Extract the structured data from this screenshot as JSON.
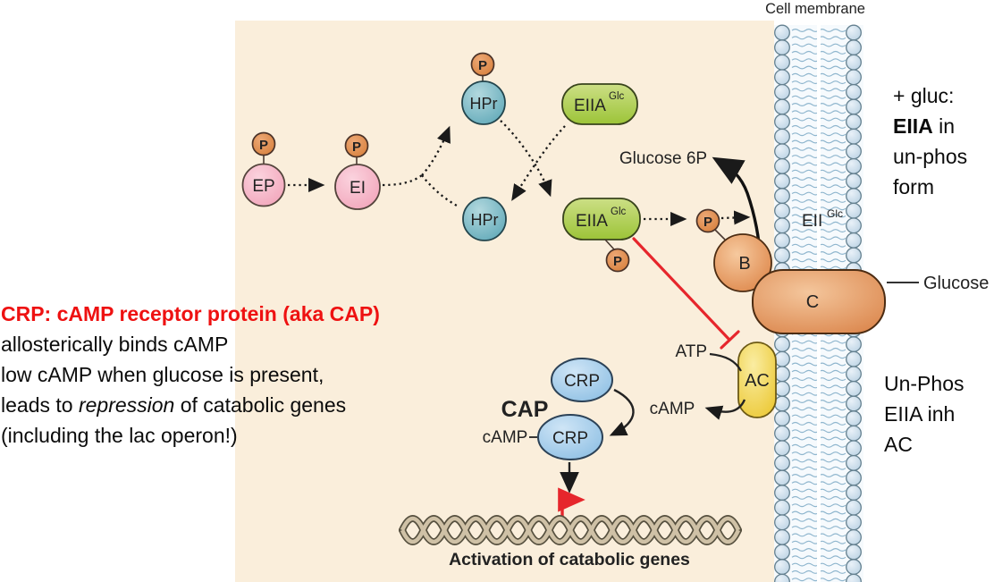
{
  "figure": {
    "cell_membrane_label": "Cell membrane",
    "phosphate": "P",
    "glucose6p": "Glucose 6P",
    "glucose": "Glucose",
    "atp": "ATP",
    "camp_right": "cAMP",
    "camp_left": "cAMP",
    "cap": "CAP",
    "activation_caption": "Activation of catabolic genes",
    "proteins": {
      "ep": "EP",
      "ei": "EI",
      "hpr": "HPr",
      "eiia": "EIIA",
      "glc_superscript": "Glc",
      "eii": "EII",
      "b": "B",
      "c": "C",
      "ac": "AC",
      "crp": "CRP"
    }
  },
  "annotations": {
    "left": {
      "title": "CRP: cAMP receptor protein (aka CAP)",
      "line2": "allosterically binds cAMP",
      "line3": "low cAMP when glucose is present,",
      "line4_pre": "leads to ",
      "line4_em": "repression",
      "line4_post": " of catabolic genes",
      "line5": "(including the lac operon!)"
    },
    "right_top": {
      "line1": "+ gluc:",
      "line2_bold": "EIIA",
      "line2_rest": " in",
      "line3": "un-phos",
      "line4": "form"
    },
    "right_bottom": {
      "line1": "Un-Phos",
      "line2": "EIIA inh",
      "line3": "AC"
    }
  },
  "colors": {
    "panel_cream": "#faeedb",
    "annotation_red": "#ee1111",
    "inhibition_red": "#e6262c",
    "pink": "#f5b4c6",
    "phosphate_orange": "#dd8a52",
    "teal": "#74b5c2",
    "green": "#a8cc49",
    "orange": "#e08d52",
    "yellow": "#f2d85e",
    "blue": "#a3cbea",
    "dna_tan": "#cfc1a6",
    "membrane_blue": "#cadded"
  }
}
